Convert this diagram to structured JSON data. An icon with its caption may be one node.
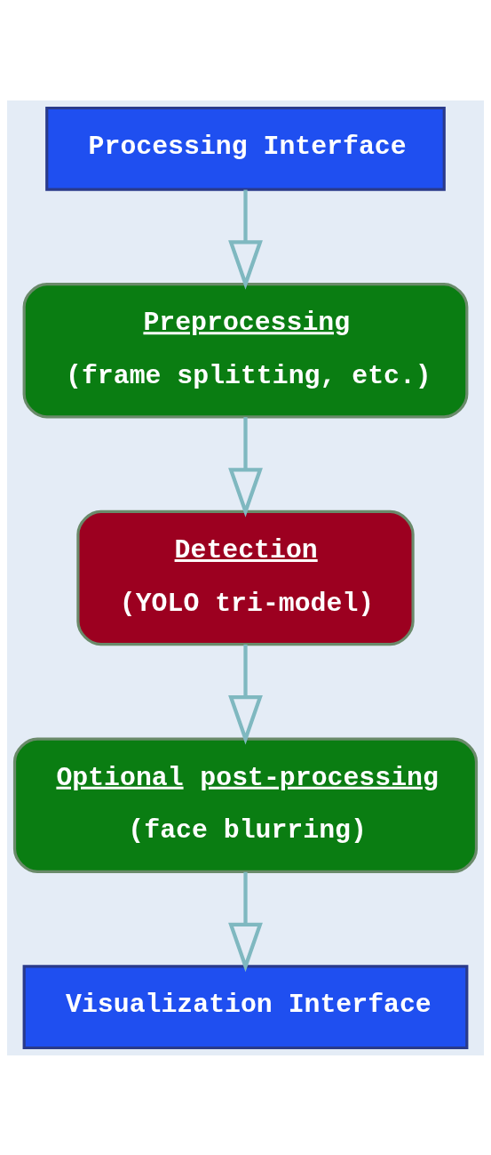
{
  "diagram": {
    "nodes": [
      {
        "text": [
          "Processing Interface"
        ]
      },
      {
        "text": [
          "Preprocessing",
          "(frame splitting, etc.)"
        ]
      },
      {
        "text": [
          "Detection",
          "(YOLO tri-model)"
        ]
      },
      {
        "text": [
          "Optional post-processing",
          "(face blurring)"
        ]
      },
      {
        "text": [
          "Visualization Interface"
        ]
      }
    ],
    "edges": [
      {
        "from": 0,
        "to": 1,
        "arrow": "to"
      },
      {
        "from": 1,
        "to": 2,
        "arrow": "to"
      },
      {
        "from": 2,
        "to": 3,
        "arrow": "to"
      },
      {
        "from": 3,
        "to": 4,
        "arrow": "to"
      }
    ]
  }
}
